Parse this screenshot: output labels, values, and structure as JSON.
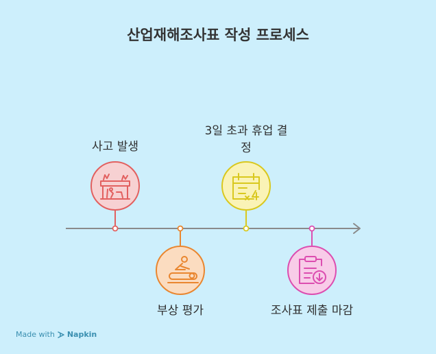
{
  "title": "산업재해조사표 작성 프로세스",
  "steps": [
    {
      "label": "사고 발생",
      "icon": "workplace-accident-icon",
      "color": "#e2605f",
      "fill": "#f7d1d2",
      "position": "above"
    },
    {
      "label": "부상 평가",
      "icon": "injury-treatment-icon",
      "color": "#e9862f",
      "fill": "#fbdcc0",
      "position": "below"
    },
    {
      "label": "3일 초과 휴업 결정",
      "label_line1": "3일 초과 휴업 결",
      "label_line2": "정",
      "icon": "calendar-multiply-icon",
      "color": "#d9c81e",
      "fill": "#faf3b6",
      "position": "above"
    },
    {
      "label": "조사표 제출 마감",
      "icon": "clipboard-download-icon",
      "color": "#dc4db0",
      "fill": "#f8cce8",
      "position": "below"
    }
  ],
  "watermark": {
    "prefix": "Made with",
    "brand": "Napkin"
  }
}
